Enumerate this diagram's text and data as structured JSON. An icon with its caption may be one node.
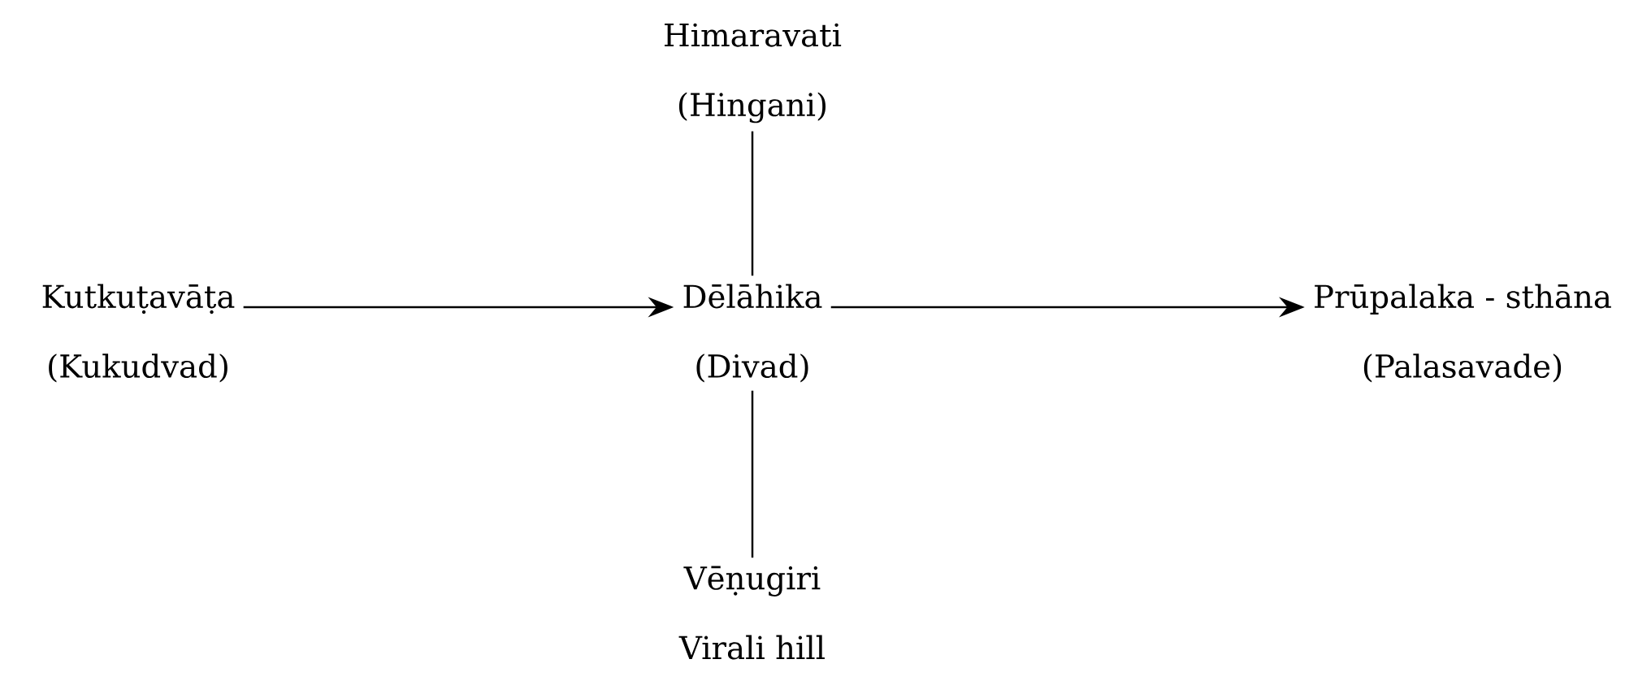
{
  "diagram": {
    "nodes": [
      {
        "text": [
          "Himaravati",
          "(Hingani)"
        ]
      },
      {
        "text": [
          "Kutkuṭavāṭa",
          "(Kukudvad)"
        ]
      },
      {
        "text": [
          "Dēlāhika",
          "(Divad)"
        ]
      },
      {
        "text": [
          "Prūpalaka - sthāna",
          "(Palasavade)"
        ]
      },
      {
        "text": [
          "Vēṇugiri",
          "Virali hill"
        ]
      }
    ],
    "edges": [
      {
        "from": 1,
        "to": 2,
        "arrow": "to"
      },
      {
        "from": 2,
        "to": 3,
        "arrow": "to"
      },
      {
        "from": 0,
        "to": 2,
        "arrow": "none"
      },
      {
        "from": 2,
        "to": 4,
        "arrow": "none"
      }
    ]
  }
}
